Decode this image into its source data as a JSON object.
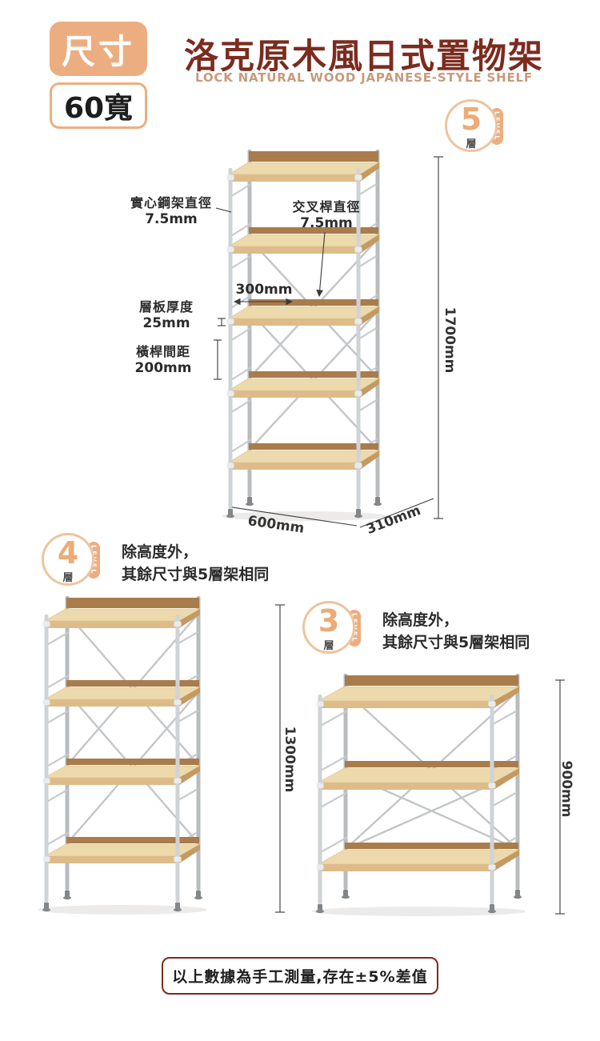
{
  "header": {
    "size_badge": "尺寸",
    "width_badge": "60寬",
    "title": "洛克原木風日式置物架",
    "subtitle": "LOCK NATURAL WOOD JAPANESE-STYLE SHELF"
  },
  "shelf5": {
    "level_number": "5",
    "level_unit": "層",
    "level_label": "LEVEL",
    "annotations": {
      "frame_diameter_label": "實心鋼架直徑",
      "frame_diameter_value": "7.5mm",
      "crossbar_label": "交叉桿直徑",
      "crossbar_value": "7.5mm",
      "span": "300mm",
      "board_thickness_label": "層板厚度",
      "board_thickness_value": "25mm",
      "rail_spacing_label": "橫桿間距",
      "rail_spacing_value": "200mm",
      "height": "1700mm",
      "width": "600mm",
      "depth": "310mm"
    }
  },
  "shelf4": {
    "level_number": "4",
    "level_unit": "層",
    "level_label": "LEVEL",
    "note_line1": "除高度外，",
    "note_line2": "其餘尺寸與5層架相同",
    "height": "1300mm"
  },
  "shelf3": {
    "level_number": "3",
    "level_unit": "層",
    "level_label": "LEVEL",
    "note_line1": "除高度外，",
    "note_line2": "其餘尺寸與5層架相同",
    "height": "900mm"
  },
  "footer": {
    "note": "以上數據為手工測量,存在±5%差值"
  },
  "colors": {
    "accent_tan": "#ecae80",
    "title_maroon": "#7c2b1f",
    "subtitle_brown": "#c79a7b",
    "wood_light": "#ecd9ac",
    "wood_brown": "#a97c4c",
    "metal_gray": "#cdd1d3",
    "text_dark": "#2b2b2b"
  }
}
